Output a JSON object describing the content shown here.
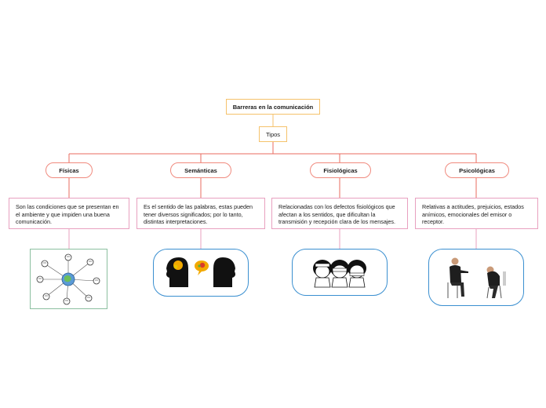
{
  "diagram": {
    "root": "Barreras en la comunicación",
    "sub": "Tipos",
    "categories": [
      {
        "title": "Físicas",
        "description": "Son las condiciones que se presentan en el ambiente y que impiden una buena comunicación."
      },
      {
        "title": "Semánticas",
        "description": "Es el sentido de las palabras, estas pueden tener diversos significados; por lo tanto, distintas interpretaciones."
      },
      {
        "title": "Fisiológicas",
        "description": "Relacionadas con los defectos fisiológicos que afectan a los sentidos, que dificultan la transmisión y recepción clara de los mensajes."
      },
      {
        "title": "Psicológicas",
        "description": "Relativas a actitudes, prejuicios, estados anímicos, emocionales del emisor o receptor."
      }
    ]
  },
  "colors": {
    "root_border": "#f5c26b",
    "connector": "#e86b5f",
    "category_border": "#f08a7e",
    "description_border": "#e8a0bf",
    "image_border_blue": "#3a8fd0",
    "image_border_green": "#8bbfa0"
  }
}
